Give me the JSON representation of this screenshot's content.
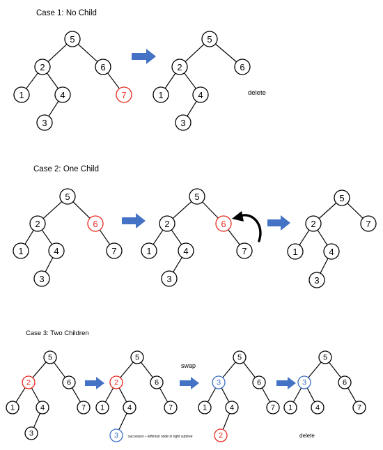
{
  "colors": {
    "default": "#000000",
    "highlight_red": "#e8281e",
    "highlight_blue": "#3a6fc4",
    "arrow_blue": "#4472c4"
  },
  "case1": {
    "title": "Case 1: No Child",
    "note": "delete",
    "trees": [
      {
        "nodes": [
          {
            "id": "a",
            "label": "5"
          },
          {
            "id": "b",
            "label": "2"
          },
          {
            "id": "c",
            "label": "6"
          },
          {
            "id": "d",
            "label": "1"
          },
          {
            "id": "e",
            "label": "4"
          },
          {
            "id": "f",
            "label": "7",
            "color": "highlight_red"
          },
          {
            "id": "g",
            "label": "3"
          }
        ],
        "edges": [
          [
            "a",
            "b"
          ],
          [
            "a",
            "c"
          ],
          [
            "b",
            "d"
          ],
          [
            "b",
            "e"
          ],
          [
            "c",
            "f"
          ],
          [
            "e",
            "g"
          ]
        ]
      },
      {
        "nodes": [
          {
            "id": "a",
            "label": "5"
          },
          {
            "id": "b",
            "label": "2"
          },
          {
            "id": "c",
            "label": "6"
          },
          {
            "id": "d",
            "label": "1"
          },
          {
            "id": "e",
            "label": "4"
          },
          {
            "id": "g",
            "label": "3"
          }
        ],
        "edges": [
          [
            "a",
            "b"
          ],
          [
            "a",
            "c"
          ],
          [
            "b",
            "d"
          ],
          [
            "b",
            "e"
          ],
          [
            "e",
            "g"
          ]
        ]
      }
    ]
  },
  "case2": {
    "title": "Case 2: One Child",
    "trees": [
      {
        "nodes": [
          {
            "id": "a",
            "label": "5"
          },
          {
            "id": "b",
            "label": "2"
          },
          {
            "id": "c",
            "label": "6",
            "color": "highlight_red"
          },
          {
            "id": "d",
            "label": "1"
          },
          {
            "id": "e",
            "label": "4"
          },
          {
            "id": "f",
            "label": "7"
          },
          {
            "id": "g",
            "label": "3"
          }
        ],
        "edges": [
          [
            "a",
            "b"
          ],
          [
            "a",
            "c"
          ],
          [
            "b",
            "d"
          ],
          [
            "b",
            "e"
          ],
          [
            "c",
            "f"
          ],
          [
            "e",
            "g"
          ]
        ]
      },
      {
        "nodes": [
          {
            "id": "a",
            "label": "5"
          },
          {
            "id": "b",
            "label": "2"
          },
          {
            "id": "c",
            "label": "6",
            "color": "highlight_red"
          },
          {
            "id": "d",
            "label": "1"
          },
          {
            "id": "e",
            "label": "4"
          },
          {
            "id": "f",
            "label": "7"
          },
          {
            "id": "g",
            "label": "3"
          }
        ],
        "edges": [
          [
            "a",
            "b"
          ],
          [
            "a",
            "c"
          ],
          [
            "b",
            "d"
          ],
          [
            "b",
            "e"
          ],
          [
            "c",
            "f"
          ],
          [
            "e",
            "g"
          ]
        ]
      },
      {
        "nodes": [
          {
            "id": "a",
            "label": "5"
          },
          {
            "id": "b",
            "label": "2"
          },
          {
            "id": "c",
            "label": "7"
          },
          {
            "id": "d",
            "label": "1"
          },
          {
            "id": "e",
            "label": "4"
          },
          {
            "id": "g",
            "label": "3"
          }
        ],
        "edges": [
          [
            "a",
            "b"
          ],
          [
            "a",
            "c"
          ],
          [
            "b",
            "d"
          ],
          [
            "b",
            "e"
          ],
          [
            "e",
            "g"
          ]
        ]
      }
    ]
  },
  "case3": {
    "title": "Case 3: Two Children",
    "swap_label": "swap",
    "successor_note": "successor – leftmost node in right subtree",
    "note": "delete",
    "trees": [
      {
        "nodes": [
          {
            "id": "a",
            "label": "5"
          },
          {
            "id": "b",
            "label": "2",
            "color": "highlight_red"
          },
          {
            "id": "c",
            "label": "6"
          },
          {
            "id": "d",
            "label": "1"
          },
          {
            "id": "e",
            "label": "4"
          },
          {
            "id": "f",
            "label": "7"
          },
          {
            "id": "g",
            "label": "3"
          }
        ],
        "edges": [
          [
            "a",
            "b"
          ],
          [
            "a",
            "c"
          ],
          [
            "b",
            "d"
          ],
          [
            "b",
            "e"
          ],
          [
            "c",
            "f"
          ],
          [
            "e",
            "g"
          ]
        ]
      },
      {
        "nodes": [
          {
            "id": "a",
            "label": "5"
          },
          {
            "id": "b",
            "label": "2",
            "color": "highlight_red"
          },
          {
            "id": "c",
            "label": "6"
          },
          {
            "id": "d",
            "label": "1"
          },
          {
            "id": "e",
            "label": "4"
          },
          {
            "id": "f",
            "label": "7"
          },
          {
            "id": "g",
            "label": "3",
            "color": "highlight_blue"
          }
        ],
        "edges": [
          [
            "a",
            "b"
          ],
          [
            "a",
            "c"
          ],
          [
            "b",
            "d"
          ],
          [
            "b",
            "e"
          ],
          [
            "c",
            "f"
          ],
          [
            "e",
            "g"
          ]
        ]
      },
      {
        "nodes": [
          {
            "id": "a",
            "label": "5"
          },
          {
            "id": "b",
            "label": "3",
            "color": "highlight_blue"
          },
          {
            "id": "c",
            "label": "6"
          },
          {
            "id": "d",
            "label": "1"
          },
          {
            "id": "e",
            "label": "4"
          },
          {
            "id": "f",
            "label": "7"
          },
          {
            "id": "g",
            "label": "2",
            "color": "highlight_red"
          }
        ],
        "edges": [
          [
            "a",
            "b"
          ],
          [
            "a",
            "c"
          ],
          [
            "b",
            "d"
          ],
          [
            "b",
            "e"
          ],
          [
            "c",
            "f"
          ],
          [
            "e",
            "g"
          ]
        ]
      },
      {
        "nodes": [
          {
            "id": "a",
            "label": "5"
          },
          {
            "id": "b",
            "label": "3",
            "color": "highlight_blue"
          },
          {
            "id": "c",
            "label": "6"
          },
          {
            "id": "d",
            "label": "1"
          },
          {
            "id": "e",
            "label": "4"
          },
          {
            "id": "f",
            "label": "7"
          }
        ],
        "edges": [
          [
            "a",
            "b"
          ],
          [
            "a",
            "c"
          ],
          [
            "b",
            "d"
          ],
          [
            "b",
            "e"
          ],
          [
            "c",
            "f"
          ]
        ]
      }
    ]
  }
}
